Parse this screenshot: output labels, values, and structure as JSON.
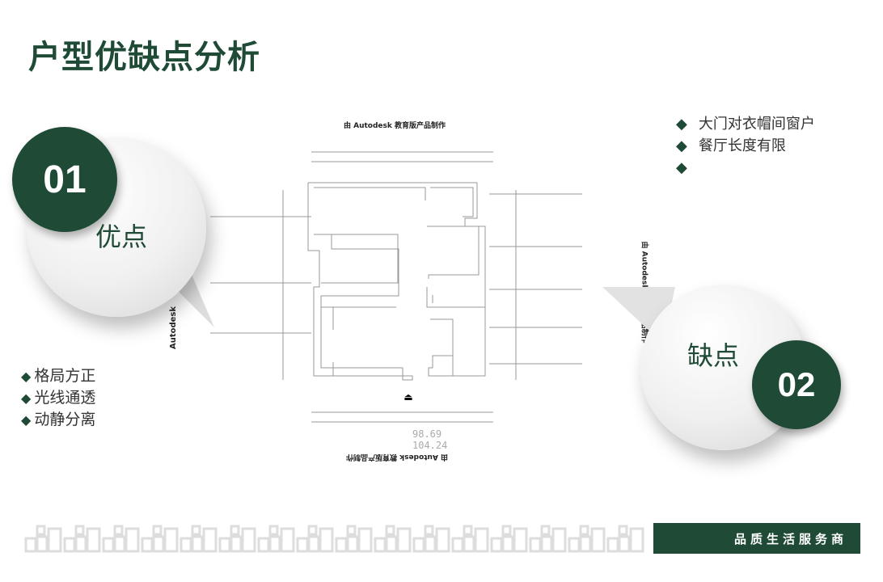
{
  "title": "户型优缺点分析",
  "advantages": {
    "number": "01",
    "label": "优点",
    "items": [
      "格局方正",
      "光线通透",
      "动静分离"
    ]
  },
  "disadvantages": {
    "number": "02",
    "label": "缺点",
    "items": [
      "大门对衣帽间窗户",
      "餐厅长度有限",
      ""
    ]
  },
  "floorplan": {
    "watermark": "由 Autodesk 教育版产品制作",
    "area_inner": "98.69",
    "area_build": "104.24"
  },
  "footer": {
    "slogan": "品质生活服务商"
  },
  "colors": {
    "accent": "#1e4a36"
  }
}
